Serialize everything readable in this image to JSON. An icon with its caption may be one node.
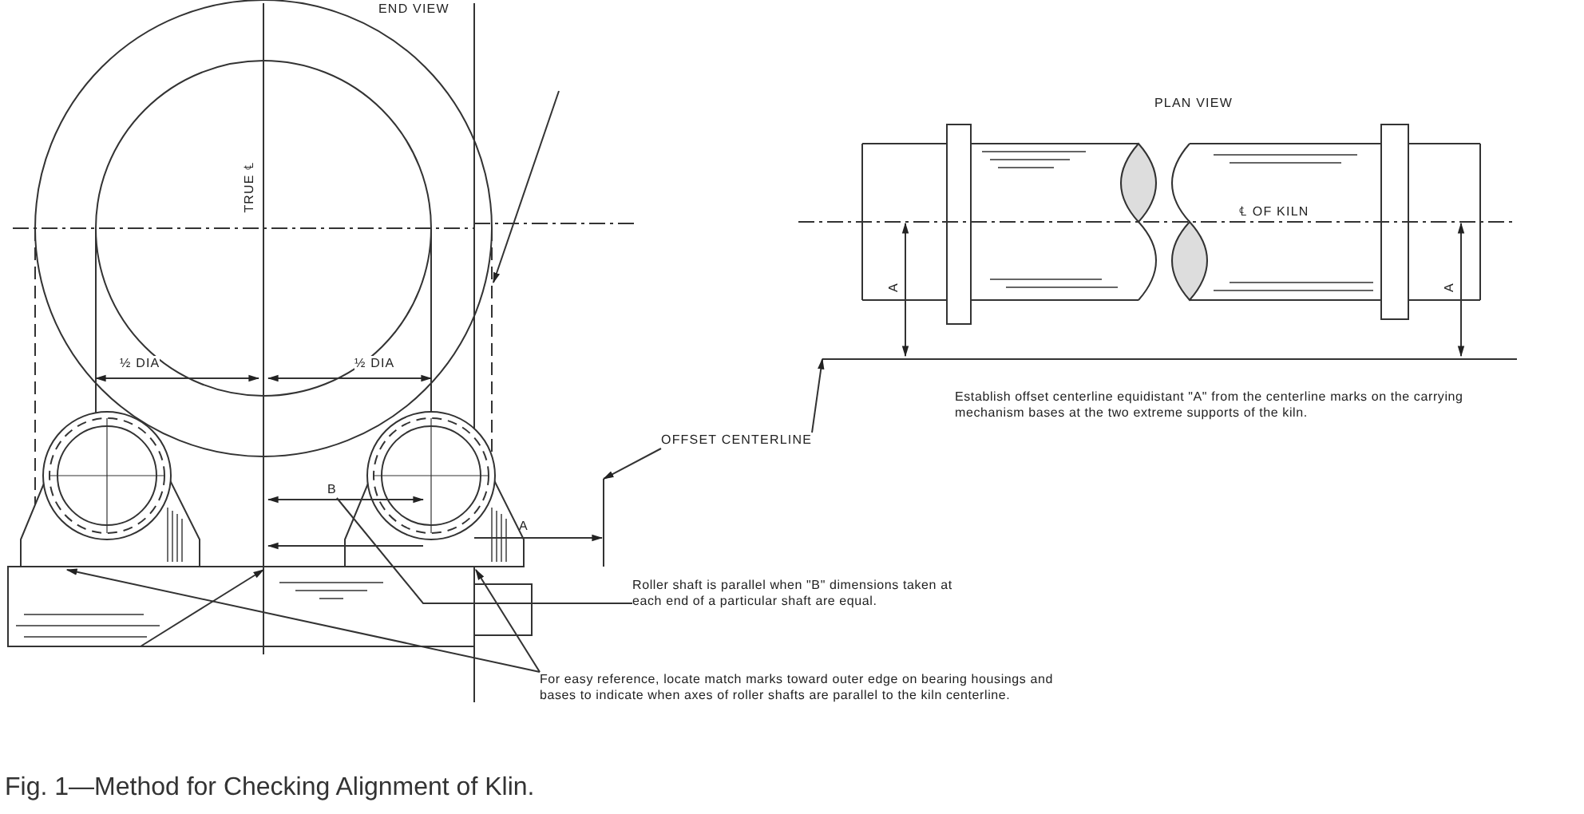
{
  "diagram": {
    "caption": "Fig. 1—Method for Checking Alignment of Klin.",
    "nodes": [
      {
        "text": [
          "OFFSET CENTERLINE"
        ]
      },
      {
        "text": [
          "Roller shaft is parallel when \"B\" dimensions taken at each end of a particular shaft are equal."
        ]
      },
      {
        "text": [
          "For easy reference, locate match marks toward outer edge on bearing housings and bases to indicate when axes of roller shafts are parallel to the kiln centerline."
        ]
      },
      {
        "text": [],
        "shape": "line"
      },
      {
        "text": [],
        "shape": "line"
      },
      {
        "text": [
          "B"
        ]
      }
    ],
    "edges": [
      {
        "from": 0,
        "to": 3,
        "arrow": "to"
      },
      {
        "from": 0,
        "to": 4,
        "arrow": "to"
      },
      {
        "from": 1,
        "to": 5,
        "arrow": "none"
      },
      {
        "from": 2,
        "to": null,
        "arrow": "to"
      },
      {
        "from": 2,
        "to": null,
        "arrow": "to"
      }
    ],
    "labels": [
      "END VIEW",
      "TRUE ℄",
      "½ DIA",
      "½ DIA",
      "A",
      "PLAN VIEW",
      "℄ OF KILN",
      "A",
      "A",
      "Establish offset centerline equidistant \"A\" from the centerline marks on the carrying mechanism bases at the two extreme supports of the kiln."
    ]
  }
}
